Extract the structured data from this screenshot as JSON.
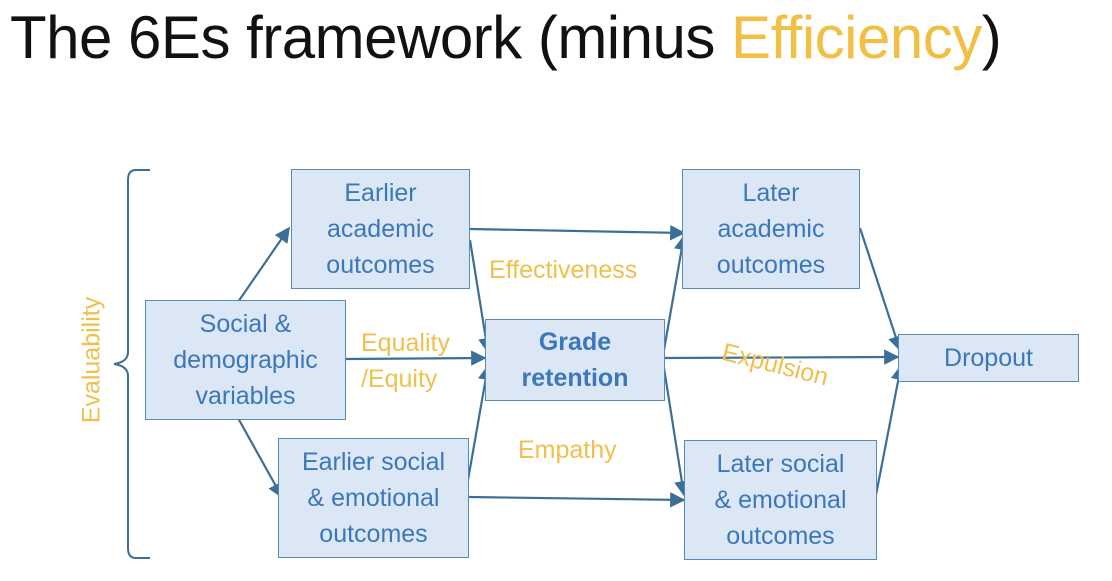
{
  "title": {
    "main": "The 6Es framework (minus ",
    "accent": "Efficiency",
    "close": ")"
  },
  "side_label": "Evaluability",
  "nodes": {
    "social_demographic": "Social &\ndemographic\nvariables",
    "earlier_academic": "Earlier\nacademic\noutcomes",
    "earlier_social": "Earlier social\n& emotional\noutcomes",
    "grade_retention": "Grade\nretention",
    "later_academic": "Later\nacademic\noutcomes",
    "later_social": "Later social\n& emotional\noutcomes",
    "dropout": "Dropout"
  },
  "edge_labels": {
    "effectiveness": "Effectiveness",
    "equality": "Equality\n/Equity",
    "empathy": "Empathy",
    "expulsion": "Expulsion"
  },
  "colors": {
    "accent_yellow": "#f0c04c",
    "box_fill": "#dbe7f4",
    "box_border": "#5a8ab4",
    "box_text": "#3d77bb",
    "arrow": "#3b6f98"
  }
}
